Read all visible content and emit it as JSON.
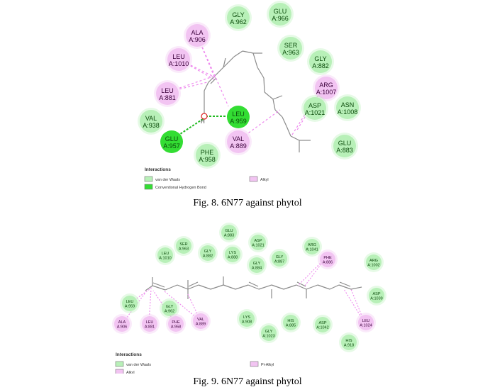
{
  "colors": {
    "vdw": "#b8f0b8",
    "vdw_text": "#0a4a0a",
    "hbond": "#33dd33",
    "alkyl": "#f2c4f2",
    "alkyl_text": "#3a003a",
    "pialkyl": "#f2c4f2",
    "bond": "#8a8a8a",
    "hbond_line": "#22bb22",
    "alkyl_line": "#ee88ee"
  },
  "figures": [
    {
      "caption": "Fig. 8. 6N77 against phytol",
      "legend": {
        "title": "Interactions",
        "items": [
          {
            "label": "van der Waals",
            "type": "vdw"
          },
          {
            "label": "Conventional Hydrogen Bond",
            "type": "hbond"
          },
          {
            "label": "Alkyl",
            "type": "alkyl"
          }
        ]
      },
      "residues": [
        {
          "name": "GLY",
          "num": "A:962",
          "type": "vdw"
        },
        {
          "name": "GLU",
          "num": "A:966",
          "type": "vdw"
        },
        {
          "name": "ALA",
          "num": "A:906",
          "type": "alkyl"
        },
        {
          "name": "SER",
          "num": "A:963",
          "type": "vdw"
        },
        {
          "name": "GLY",
          "num": "A:882",
          "type": "vdw"
        },
        {
          "name": "LEU",
          "num": "A:1010",
          "type": "alkyl"
        },
        {
          "name": "ARG",
          "num": "A:1007",
          "type": "alkyl"
        },
        {
          "name": "LEU",
          "num": "A:881",
          "type": "alkyl"
        },
        {
          "name": "ASP",
          "num": "A:1021",
          "type": "vdw"
        },
        {
          "name": "ASN",
          "num": "A:1008",
          "type": "vdw"
        },
        {
          "name": "LEU",
          "num": "A:959",
          "type": "hbond"
        },
        {
          "name": "VAL",
          "num": "A:938",
          "type": "vdw"
        },
        {
          "name": "GLU",
          "num": "A:957",
          "type": "hbond"
        },
        {
          "name": "VAL",
          "num": "A:889",
          "type": "alkyl"
        },
        {
          "name": "GLU",
          "num": "A:883",
          "type": "vdw"
        },
        {
          "name": "PHE",
          "num": "A:958",
          "type": "vdw"
        }
      ],
      "atom_labels": [
        "O",
        "H"
      ]
    },
    {
      "caption": "Fig. 9. 6N77 against phytol",
      "legend": {
        "title": "Interactions",
        "items": [
          {
            "label": "van der Waals",
            "type": "vdw"
          },
          {
            "label": "Alkyl",
            "type": "alkyl"
          },
          {
            "label": "Pi-Alkyl",
            "type": "pialkyl"
          }
        ]
      },
      "residues": [
        {
          "name": "GLU",
          "num": "A:883",
          "type": "vdw"
        },
        {
          "name": "SER",
          "num": "A:963",
          "type": "vdw"
        },
        {
          "name": "ASP",
          "num": "A:1021",
          "type": "vdw"
        },
        {
          "name": "ARG",
          "num": "A:1041",
          "type": "vdw"
        },
        {
          "name": "LEU",
          "num": "A:1010",
          "type": "vdw"
        },
        {
          "name": "GLY",
          "num": "A:882",
          "type": "vdw"
        },
        {
          "name": "LYS",
          "num": "A:888",
          "type": "vdw"
        },
        {
          "name": "PHE",
          "num": "A:886",
          "type": "alkyl"
        },
        {
          "name": "GLY",
          "num": "A:887",
          "type": "vdw"
        },
        {
          "name": "ARG",
          "num": "A:1002",
          "type": "vdw"
        },
        {
          "name": "GLY",
          "num": "A:884",
          "type": "vdw"
        },
        {
          "name": "ASP",
          "num": "A:1039",
          "type": "vdw"
        },
        {
          "name": "LEU",
          "num": "A:959",
          "type": "vdw"
        },
        {
          "name": "GLY",
          "num": "A:962",
          "type": "vdw"
        },
        {
          "name": "ALA",
          "num": "A:906",
          "type": "alkyl"
        },
        {
          "name": "LEU",
          "num": "A:881",
          "type": "alkyl"
        },
        {
          "name": "PHE",
          "num": "A:958",
          "type": "alkyl"
        },
        {
          "name": "VAL",
          "num": "A:889",
          "type": "alkyl"
        },
        {
          "name": "LYS",
          "num": "A:908",
          "type": "vdw"
        },
        {
          "name": "GLY",
          "num": "A:1023",
          "type": "vdw"
        },
        {
          "name": "HIS",
          "num": "A:885",
          "type": "vdw"
        },
        {
          "name": "ASP",
          "num": "A:1042",
          "type": "vdw"
        },
        {
          "name": "LEU",
          "num": "A:1024",
          "type": "alkyl"
        },
        {
          "name": "HIS",
          "num": "A:918",
          "type": "vdw"
        }
      ]
    }
  ]
}
